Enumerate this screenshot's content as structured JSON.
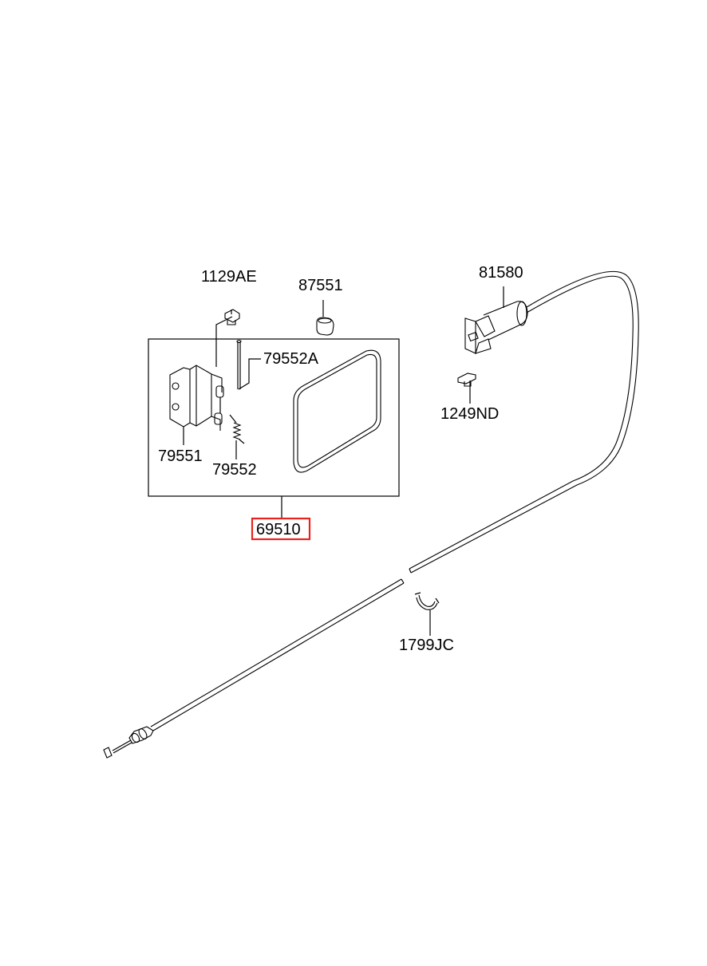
{
  "parts": {
    "p1129AE": "1129AE",
    "p87551": "87551",
    "p79552A": "79552A",
    "p79551": "79551",
    "p79552": "79552",
    "p69510": "69510",
    "p81580": "81580",
    "p1249ND": "1249ND",
    "p1799JC": "1799JC"
  },
  "highlight": {
    "part": "69510",
    "box_color": "#e8231f"
  },
  "colors": {
    "line": "#000000",
    "background": "#ffffff"
  }
}
